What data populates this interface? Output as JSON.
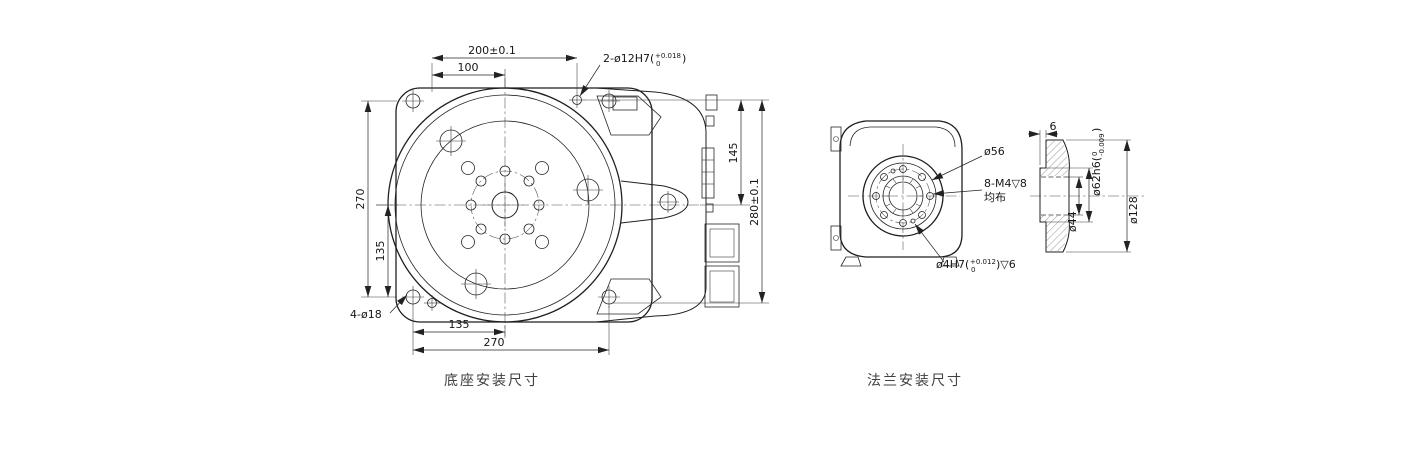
{
  "drawing": {
    "background": "#ffffff",
    "line_color": "#222222",
    "captions": {
      "base": "底座安装尺寸",
      "flange": "法兰安装尺寸"
    }
  },
  "base_view": {
    "dim_top_outer": "200±0.1",
    "dim_top_inner": "100",
    "pin_holes": {
      "main": "2-ø12H7(",
      "upper": "+0.018",
      "lower": "0",
      "close": ")"
    },
    "dim_left_outer": "270",
    "dim_left_inner": "135",
    "dim_right_inner": "145",
    "dim_right_outer": "280±0.1",
    "corner_holes": "4-ø18",
    "dim_bottom_inner": "135",
    "dim_bottom_outer": "270"
  },
  "flange_view": {
    "dia_bolt_circle": "ø56",
    "tapped_holes": "8-M4▽8",
    "tapped_holes_note": "均布",
    "pin_hole": {
      "main": "ø4H7(",
      "upper": "+0.012",
      "lower": "0",
      "close": ")▽6"
    },
    "spigot_length": "6",
    "spigot_dia": {
      "main": "ø62h6(",
      "upper": "0",
      "lower": "-0.009",
      "close": ")"
    },
    "bore_dia": "ø44",
    "flange_dia": "ø128"
  }
}
